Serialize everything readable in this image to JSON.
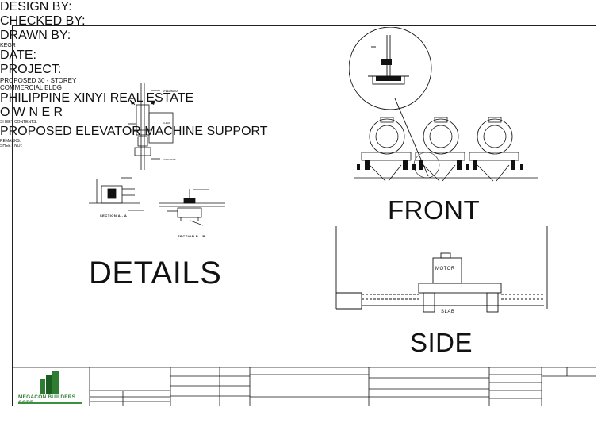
{
  "labels": {
    "details": "DETAILS",
    "front": "FRONT",
    "side": "SIDE",
    "section_a": "SECTION A - A",
    "section_b": "SECTION B - B",
    "motor": "MOTOR",
    "slab": "SLAB"
  },
  "title_block": {
    "company": "MEGACON BUILDERS CORP",
    "designed_by_label": "DESIGN BY:",
    "checked_by_label": "CHECKED BY:",
    "drawn_by_label": "DRAWN BY:",
    "drawn_by_value": "KEGR",
    "date_label": "DATE:",
    "project_label": "PROJECT:",
    "project_line1": "PROPOSED 30 - STOREY",
    "project_line2": "COMMERCIAL BLDG",
    "owner_name": "PHILIPPINE XINYI REAL ESTATE",
    "owner_label": "O W N E R",
    "sheet_contents_label": "SHEET CONTENTS:",
    "sheet_contents_value": "PROPOSED ELEVATOR MACHINE SUPPORT",
    "remarks_label": "REMARKS:",
    "sheet_no_label": "SHEET NO.:"
  },
  "colors": {
    "line": "#111111",
    "logo_green": "#2f7d32",
    "logo_dark": "#1b5e20"
  }
}
